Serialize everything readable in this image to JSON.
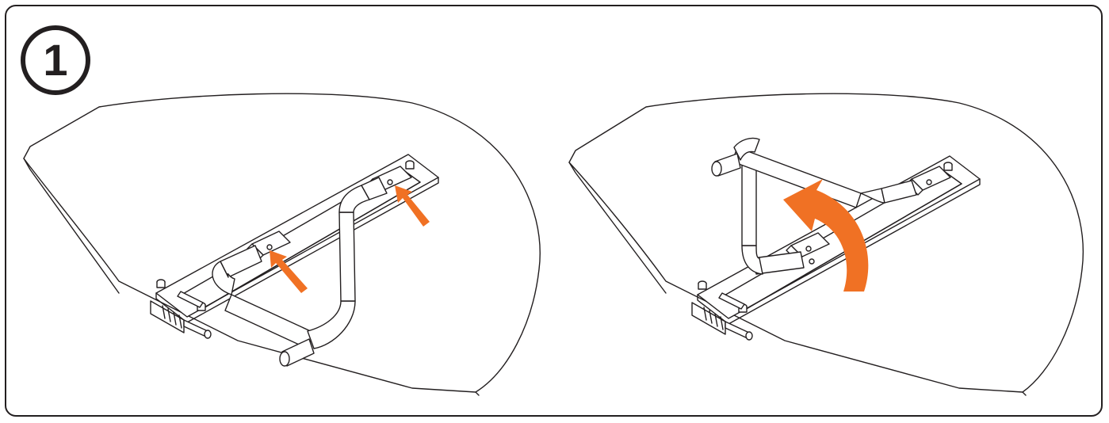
{
  "step": {
    "number": "1"
  },
  "colors": {
    "stroke": "#231f20",
    "arrow": "#f07124",
    "fill": "#ffffff"
  },
  "panels": [
    {
      "id": "left",
      "action": "push-down-arrows",
      "arrows": 2
    },
    {
      "id": "right",
      "action": "rotate-arm-up-arrow",
      "arrows": 1
    }
  ]
}
